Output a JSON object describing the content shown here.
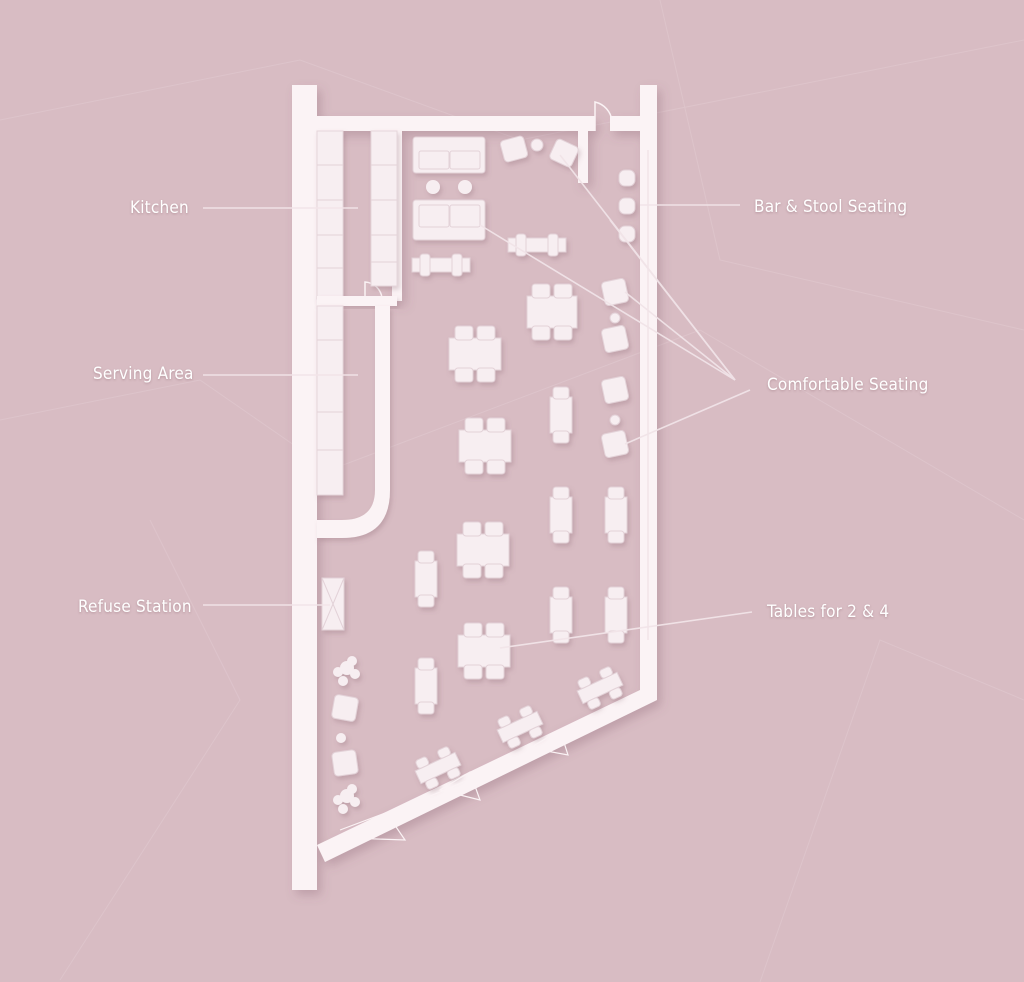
{
  "colors": {
    "background": "#d8bcc3",
    "wall": "#fbf3f5",
    "furniture": "#f7eef1",
    "leader": "#f1e4e8"
  },
  "labels": {
    "kitchen": "Kitchen",
    "serving_area": "Serving Area",
    "refuse_station": "Refuse Station",
    "bar_stool": "Bar & Stool Seating",
    "comfortable": "Comfortable Seating",
    "tables": "Tables for 2 & 4"
  }
}
